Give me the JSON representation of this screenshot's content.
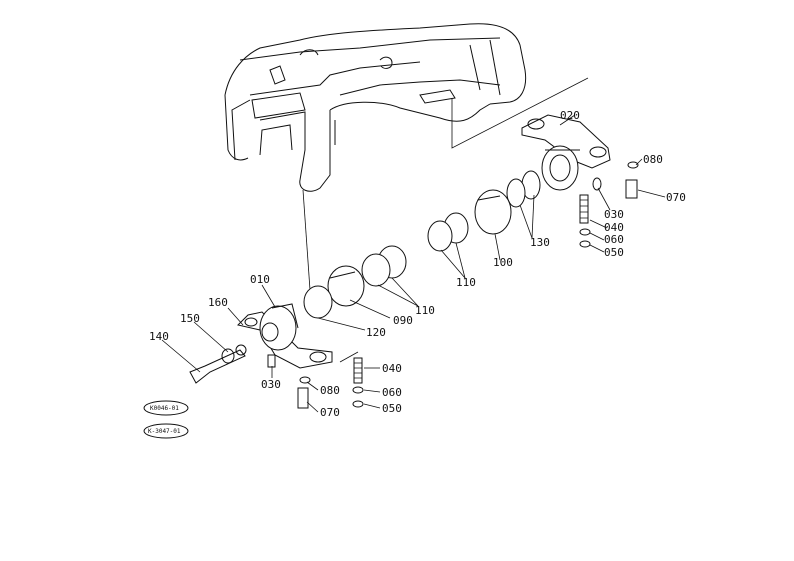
{
  "diagram": {
    "labels": {
      "p010": "010",
      "p020": "020",
      "p030a": "030",
      "p030b": "030",
      "p040a": "040",
      "p040b": "040",
      "p050a": "050",
      "p050b": "050",
      "p060a": "060",
      "p060b": "060",
      "p070a": "070",
      "p070b": "070",
      "p080a": "080",
      "p080b": "080",
      "p090": "090",
      "p100": "100",
      "p110a": "110",
      "p110b": "110",
      "p120": "120",
      "p130": "130",
      "p140": "140",
      "p150": "150",
      "p160": "160"
    },
    "refs": {
      "ref1": "K0046-01",
      "ref2": "K-3047-01"
    },
    "colors": {
      "ink": "#111111",
      "paper": "#ffffff"
    }
  }
}
